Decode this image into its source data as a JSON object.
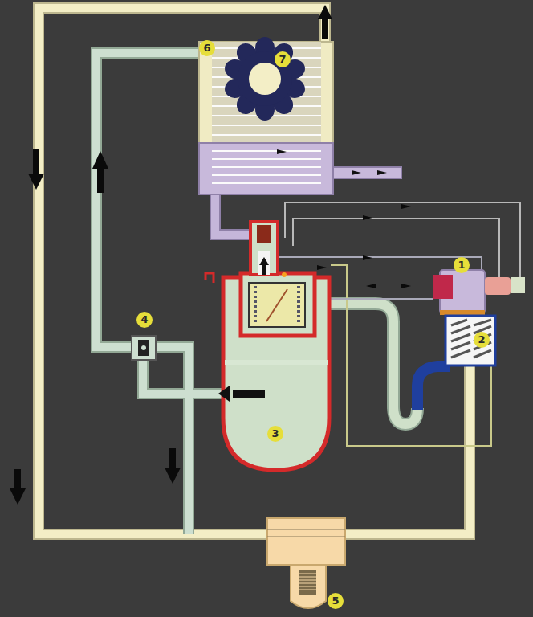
{
  "diagram": {
    "labels": [
      "6",
      "7",
      "1",
      "4",
      "2",
      "3",
      "5"
    ]
  }
}
